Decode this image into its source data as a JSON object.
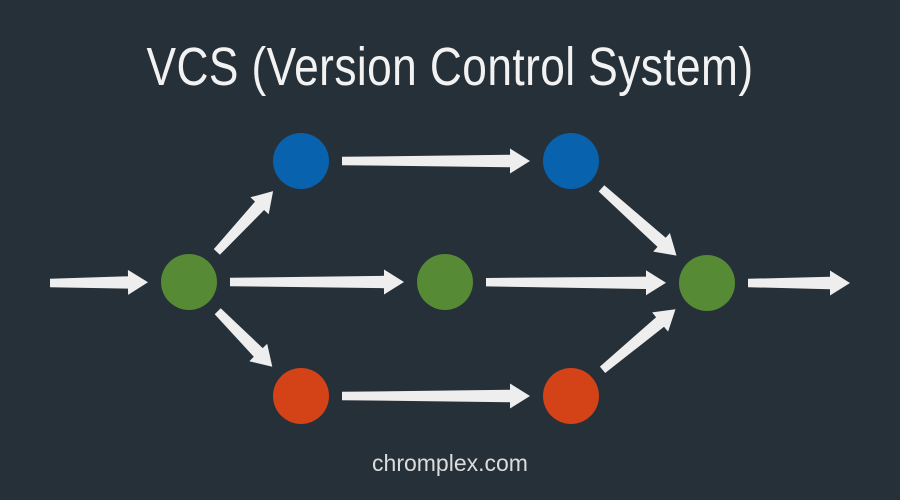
{
  "title": "VCS (Version Control System)",
  "footer": "chromplex.com",
  "colors": {
    "background": "#263038",
    "text": "#f2f2f2",
    "footer_text": "#dcdcdc",
    "arrow": "#eeeeee",
    "main_branch": "#568a34",
    "feature_branch_blue": "#0862ae",
    "feature_branch_orange": "#d44217"
  },
  "diagram": {
    "nodes": [
      {
        "id": "main-start",
        "branch": "main_branch"
      },
      {
        "id": "blue-1",
        "branch": "feature_branch_blue"
      },
      {
        "id": "blue-2",
        "branch": "feature_branch_blue"
      },
      {
        "id": "main-middle",
        "branch": "main_branch"
      },
      {
        "id": "orange-1",
        "branch": "feature_branch_orange"
      },
      {
        "id": "orange-2",
        "branch": "feature_branch_orange"
      },
      {
        "id": "main-merge",
        "branch": "main_branch"
      }
    ],
    "edges": [
      {
        "from": "incoming",
        "to": "main-start"
      },
      {
        "from": "main-start",
        "to": "blue-1"
      },
      {
        "from": "main-start",
        "to": "main-middle"
      },
      {
        "from": "main-start",
        "to": "orange-1"
      },
      {
        "from": "blue-1",
        "to": "blue-2"
      },
      {
        "from": "main-middle",
        "to": "main-merge"
      },
      {
        "from": "orange-1",
        "to": "orange-2"
      },
      {
        "from": "blue-2",
        "to": "main-merge"
      },
      {
        "from": "orange-2",
        "to": "main-merge"
      },
      {
        "from": "main-merge",
        "to": "outgoing"
      }
    ]
  }
}
